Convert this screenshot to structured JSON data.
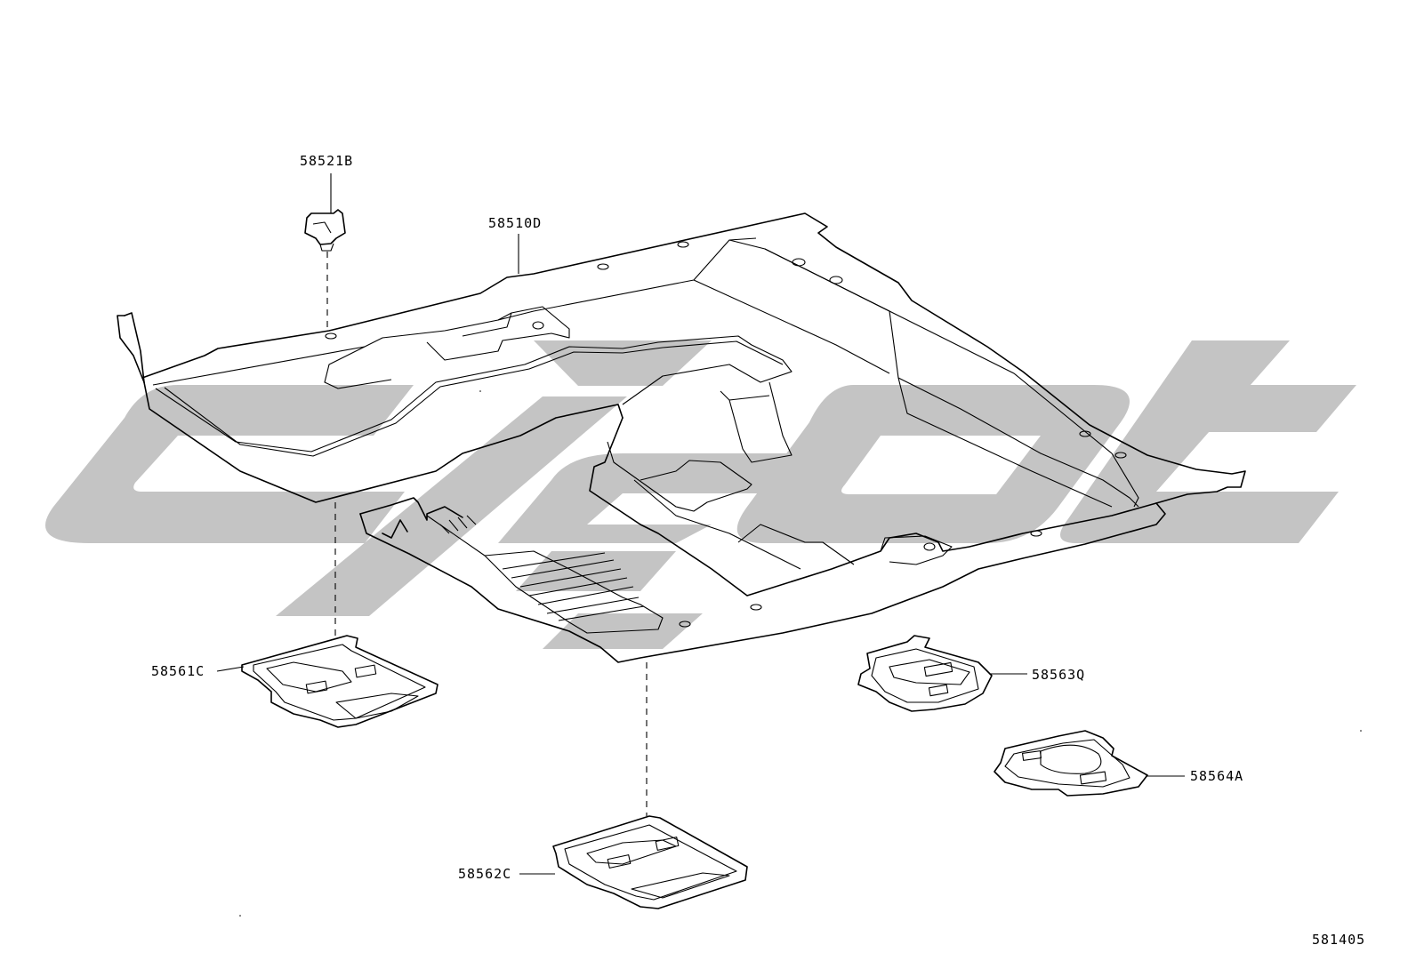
{
  "diagram": {
    "figure_number": "581405",
    "parts": [
      {
        "id": "p1",
        "label": "58521B"
      },
      {
        "id": "p2",
        "label": "58510D"
      },
      {
        "id": "p3",
        "label": "58561C"
      },
      {
        "id": "p4",
        "label": "58562C"
      },
      {
        "id": "p5",
        "label": "58563Q"
      },
      {
        "id": "p6",
        "label": "58564A"
      }
    ]
  }
}
